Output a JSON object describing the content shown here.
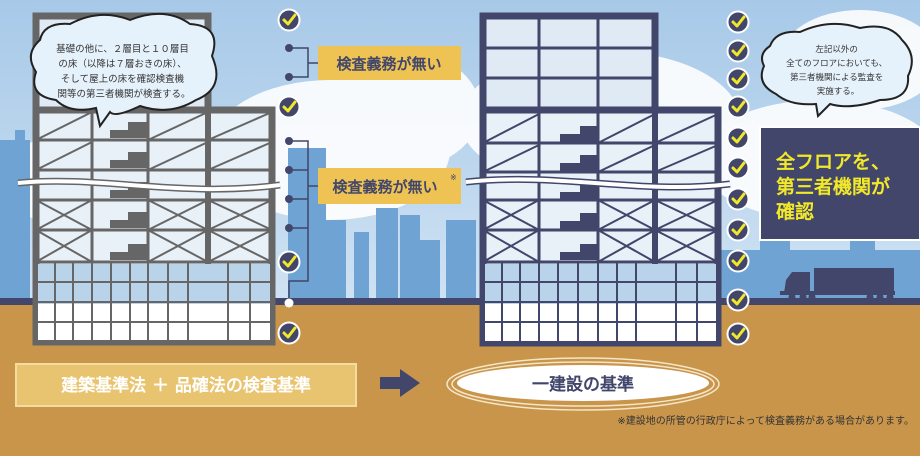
{
  "colors": {
    "sky": "#a9cbe9",
    "ground": "#c9954b",
    "navy": "#41466a",
    "gray_building": "#666666",
    "yellow_label": "#eec353",
    "check_yellow": "#f2e82a"
  },
  "left_bubble": {
    "lines": [
      "基礎の他に、２層目と１０層目",
      "の床（以降は７層おきの床）、",
      "そして屋上の床を確認検査機",
      "関等の第三者機関が検査する。"
    ]
  },
  "right_bubble": {
    "lines": [
      "左記以外の",
      "全てのフロアにおいても、",
      "第三者機関による監査を",
      "実施する。"
    ]
  },
  "labels": {
    "no_inspection_1": "検査義務が無い",
    "no_inspection_2": "検査義務が無い",
    "note_mark": "※"
  },
  "highlight_box": {
    "lines": [
      "全フロアを、",
      "第三者機関が",
      "確認"
    ]
  },
  "bottom": {
    "left_standard": "建築基準法 ＋ 品確法の検査基準",
    "right_standard": "一建設の基準",
    "footnote": "※建設地の所管の行政庁によって検査義務がある場合があります。"
  },
  "icons": {
    "check": "check-circle-icon",
    "arrow": "arrow-right-icon",
    "truck": "truck-icon"
  }
}
